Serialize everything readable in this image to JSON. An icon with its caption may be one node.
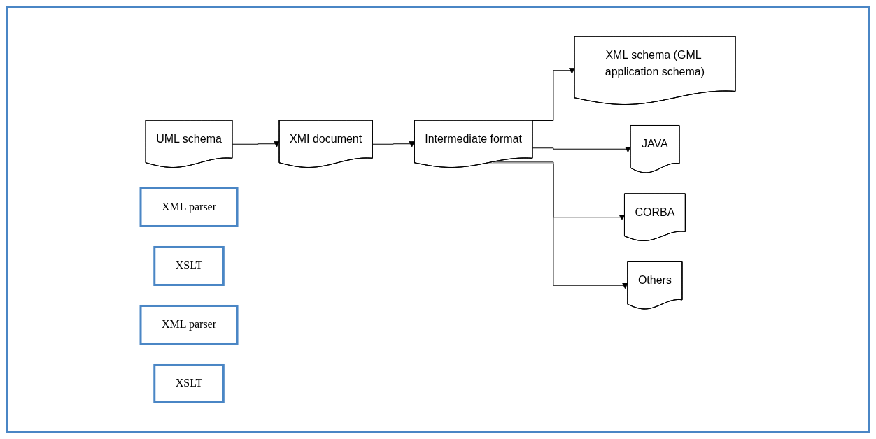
{
  "diagram": {
    "nodes": [
      {
        "text": [
          "UML schema"
        ]
      },
      {
        "text": [
          "XMI document"
        ]
      },
      {
        "text": [
          "XML parser"
        ]
      },
      {
        "text": [
          "XSLT"
        ]
      },
      {
        "text": [
          "Intermediate format"
        ]
      },
      {
        "text": [
          "XML parser"
        ]
      },
      {
        "text": [
          "XSLT"
        ]
      },
      {
        "text": [
          "XML schema (GML application schema)"
        ]
      },
      {
        "text": [
          "JAVA"
        ]
      },
      {
        "text": [
          "CORBA"
        ]
      },
      {
        "text": [
          "Others"
        ]
      }
    ],
    "edges": [
      {
        "from": 0,
        "to": 1,
        "arrow": "to"
      },
      {
        "from": 1,
        "to": 4,
        "arrow": "to"
      },
      {
        "from": 4,
        "to": 7,
        "arrow": "to"
      },
      {
        "from": 4,
        "to": 8,
        "arrow": "to"
      },
      {
        "from": 4,
        "to": 9,
        "arrow": "to"
      },
      {
        "from": 4,
        "to": 10,
        "arrow": "to"
      }
    ]
  }
}
